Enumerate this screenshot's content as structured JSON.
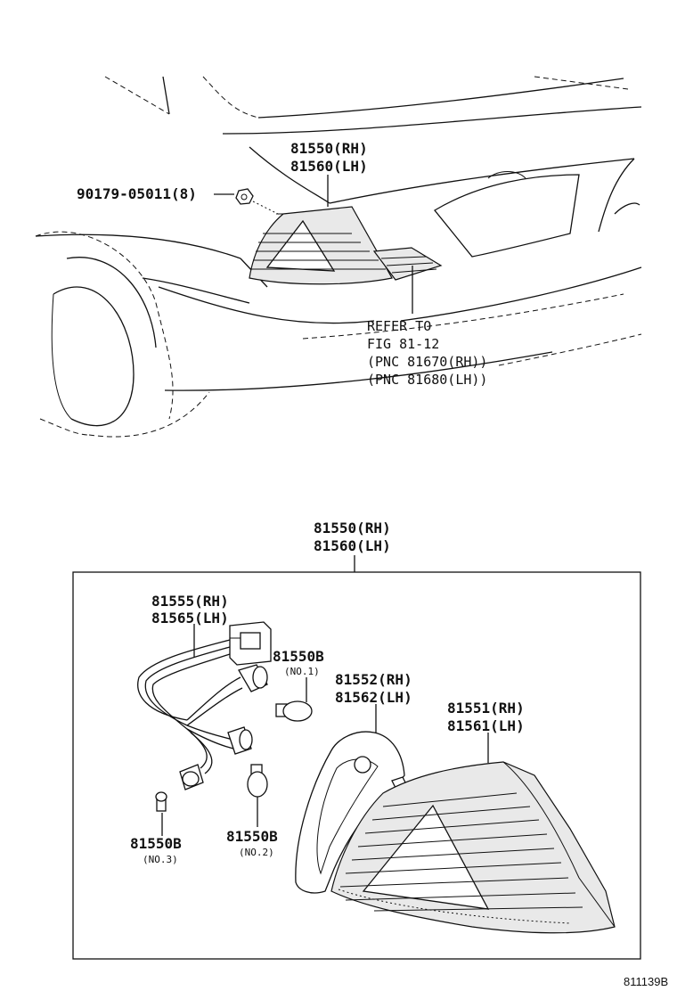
{
  "top_view": {
    "lamp_label_rh": "81550(RH)",
    "lamp_label_lh": "81560(LH)",
    "nut_label": "90179-05011(8)",
    "refer_line1": "REFER TO",
    "refer_line2": "FIG 81-12",
    "refer_line3": "(PNC 81670(RH))",
    "refer_line4": "(PNC 81680(LH))"
  },
  "exploded_view": {
    "assy_label_rh": "81550(RH)",
    "assy_label_lh": "81560(LH)",
    "socket_label_rh": "81555(RH)",
    "socket_label_lh": "81565(LH)",
    "bulb1_label": "81550B",
    "bulb1_sub": "(NO.1)",
    "gasket_label_rh": "81552(RH)",
    "gasket_label_lh": "81562(LH)",
    "lens_label_rh": "81551(RH)",
    "lens_label_lh": "81561(LH)",
    "bulb3_label": "81550B",
    "bulb3_sub": "(NO.3)",
    "bulb2_label": "81550B",
    "bulb2_sub": "(NO.2)"
  },
  "figure_code": "811139B"
}
